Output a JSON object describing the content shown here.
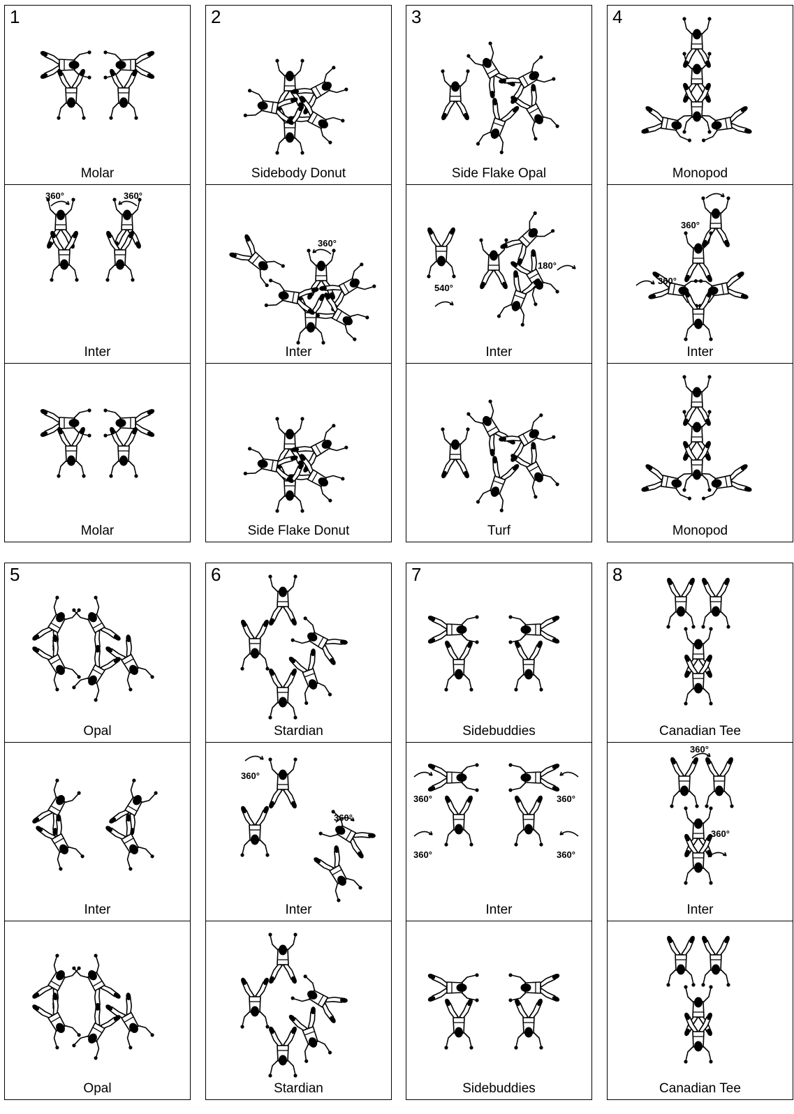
{
  "blocks": [
    {
      "number": "1",
      "captions": [
        "Molar",
        "Inter",
        "Molar"
      ]
    },
    {
      "number": "2",
      "captions": [
        "Sidebody Donut",
        "Inter",
        "Side Flake Donut"
      ]
    },
    {
      "number": "3",
      "captions": [
        "Side Flake Opal",
        "Inter",
        "Turf"
      ]
    },
    {
      "number": "4",
      "captions": [
        "Monopod",
        "Inter",
        "Monopod"
      ]
    },
    {
      "number": "5",
      "captions": [
        "Opal",
        "Inter",
        "Opal"
      ]
    },
    {
      "number": "6",
      "captions": [
        "Stardian",
        "Inter",
        "Stardian"
      ]
    },
    {
      "number": "7",
      "captions": [
        "Sidebuddies",
        "Inter",
        "Sidebuddies"
      ]
    },
    {
      "number": "8",
      "captions": [
        "Canadian Tee",
        "Inter",
        "Canadian Tee"
      ]
    }
  ],
  "rotation_labels": {
    "b1_left": "360°",
    "b1_right": "360°",
    "b2": "360°",
    "b3_left": "540°",
    "b3_right": "180°",
    "b4_top": "360°",
    "b4_left": "360°",
    "b6_left": "360°",
    "b6_right": "360°",
    "b7_tl": "360°",
    "b7_tr": "360°",
    "b7_bl": "360°",
    "b7_br": "360°",
    "b8_top": "360°",
    "b8_right": "360°"
  }
}
